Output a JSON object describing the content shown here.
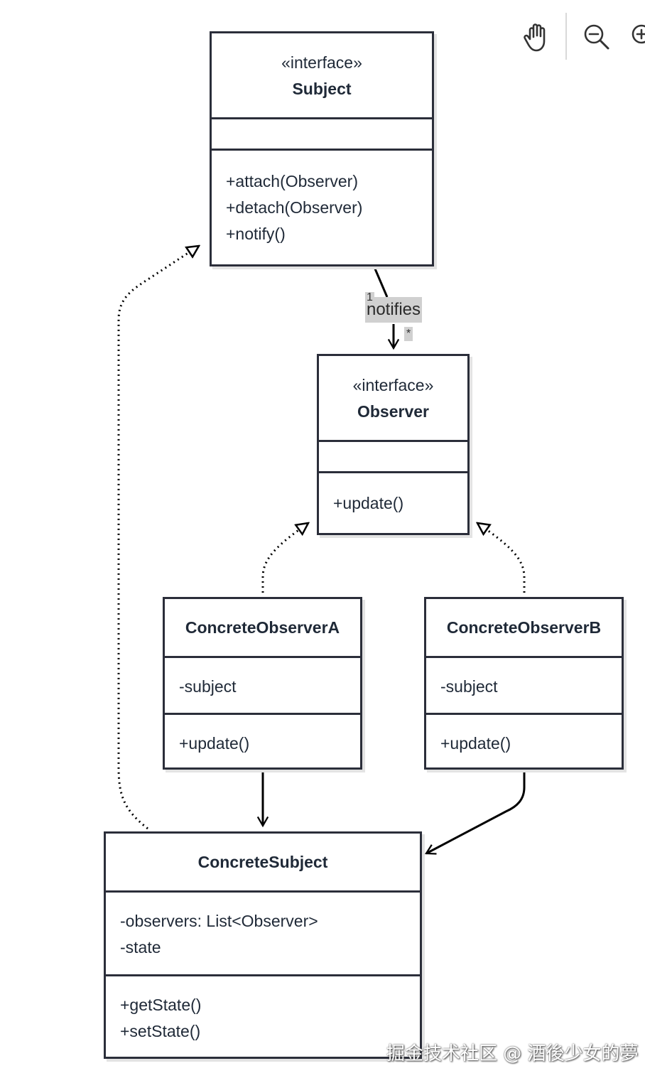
{
  "classes": {
    "subject": {
      "stereotype": "«interface»",
      "name": "Subject",
      "attributes": [],
      "methods": [
        "+attach(Observer)",
        "+detach(Observer)",
        "+notify()"
      ]
    },
    "observer": {
      "stereotype": "«interface»",
      "name": "Observer",
      "attributes": [],
      "methods": [
        "+update()"
      ]
    },
    "concrete_observer_a": {
      "name": "ConcreteObserverA",
      "attributes": [
        "-subject"
      ],
      "methods": [
        "+update()"
      ]
    },
    "concrete_observer_b": {
      "name": "ConcreteObserverB",
      "attributes": [
        "-subject"
      ],
      "methods": [
        "+update()"
      ]
    },
    "concrete_subject": {
      "name": "ConcreteSubject",
      "attributes": [
        "-observers: List<Observer>",
        "-state"
      ],
      "methods": [
        "+getState()",
        "+setState()"
      ]
    }
  },
  "relations": [
    {
      "from": "Subject",
      "to": "Observer",
      "type": "association",
      "label": "notifies",
      "multiplicity_from": "1",
      "multiplicity_to": "*"
    },
    {
      "from": "ConcreteObserverA",
      "to": "Observer",
      "type": "realization"
    },
    {
      "from": "ConcreteObserverB",
      "to": "Observer",
      "type": "realization"
    },
    {
      "from": "ConcreteSubject",
      "to": "Subject",
      "type": "realization"
    },
    {
      "from": "ConcreteObserverA",
      "to": "ConcreteSubject",
      "type": "association"
    },
    {
      "from": "ConcreteObserverB",
      "to": "ConcreteSubject",
      "type": "association"
    }
  ],
  "toolbar": {
    "icons": [
      "hand-icon",
      "zoom-out-icon",
      "zoom-in-icon"
    ]
  },
  "watermark": "掘金技术社区 @ 酒後少女的夢",
  "colors": {
    "border": "#2b2e3a",
    "label_bg": "#d0d0d0",
    "text": "#1f2937"
  }
}
